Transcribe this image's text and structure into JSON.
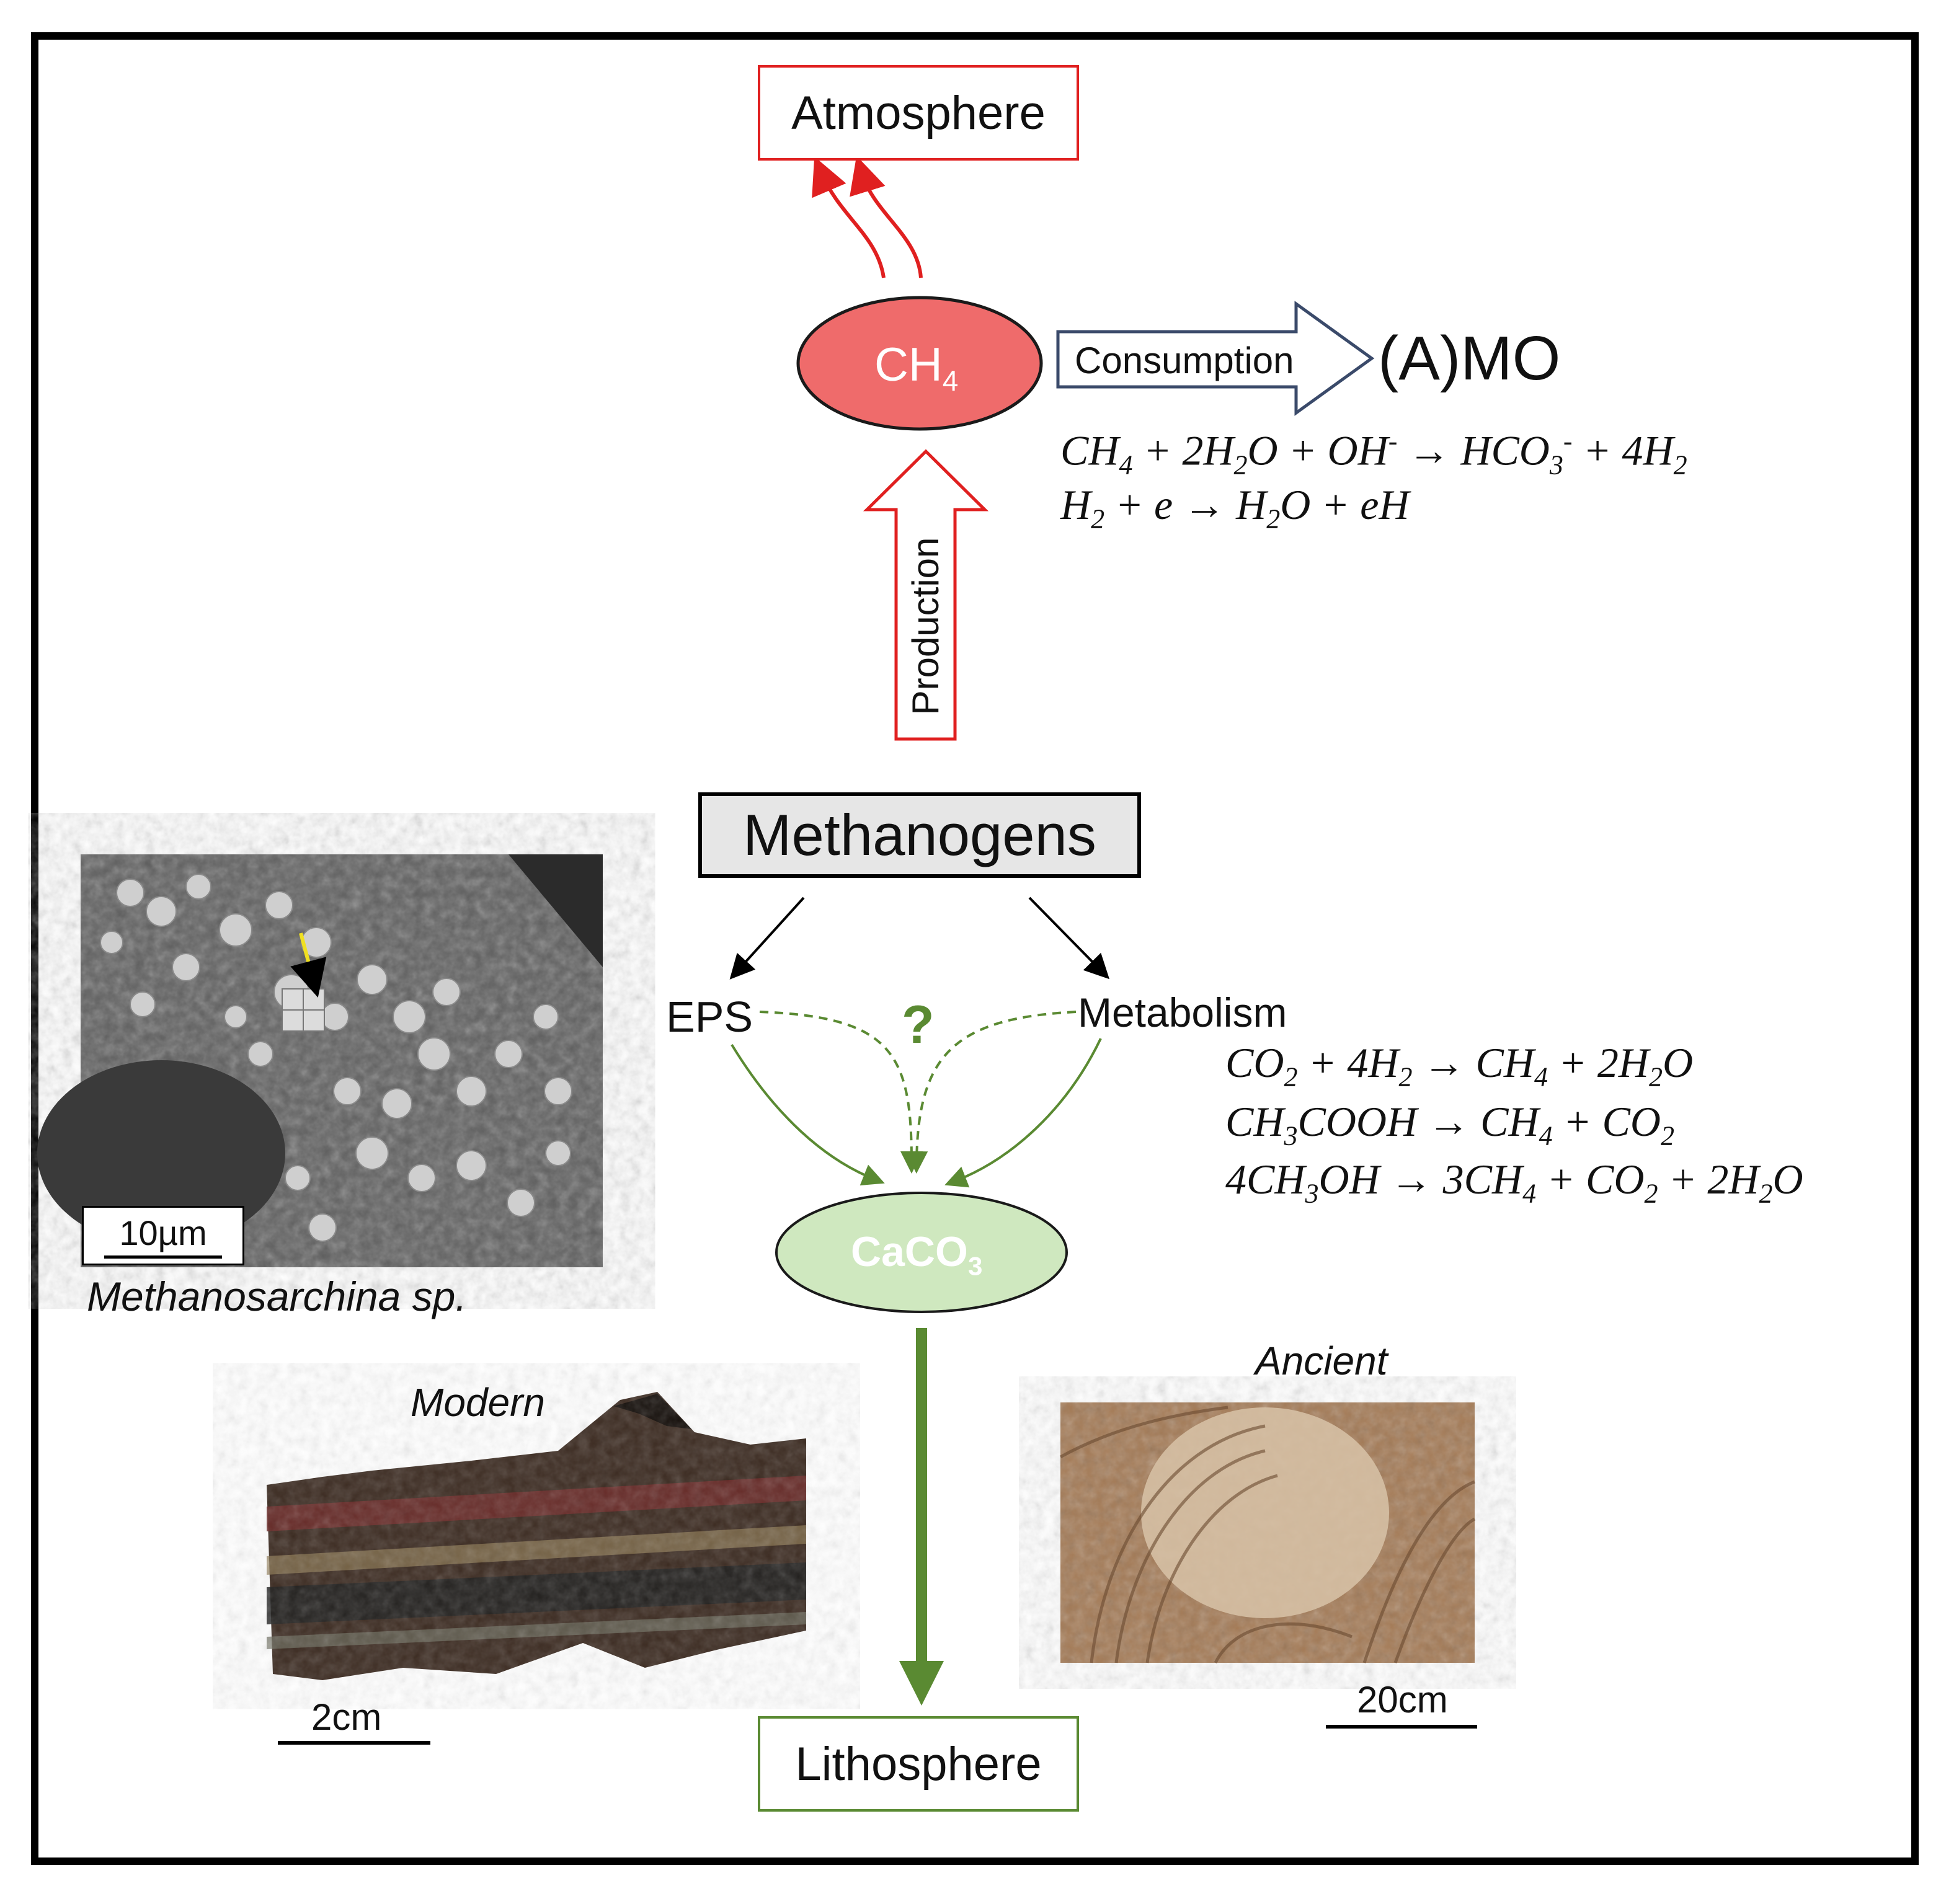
{
  "diagram": {
    "atmosphere": "Atmosphere",
    "ch4": {
      "main": "CH",
      "sub": "4"
    },
    "consumption": "Consumption",
    "amo": "(A)MO",
    "production": "Production",
    "amo_equations": [
      {
        "parts": [
          "CH",
          "4",
          " + 2H",
          "2",
          "O + OH",
          "-",
          " → HCO",
          "3",
          "-",
          " + 4H",
          "2"
        ]
      },
      {
        "parts": [
          "H",
          "2",
          " + e  → H",
          "2",
          "O + eH"
        ]
      }
    ],
    "methanogens": "Methanogens",
    "eps": "EPS",
    "question": "?",
    "metabolism": "Metabolism",
    "metabolism_equations": [
      {
        "parts": [
          "CO",
          "2",
          " + 4H",
          "2",
          " → CH",
          "4",
          " + 2H",
          "2",
          "O"
        ]
      },
      {
        "parts": [
          "CH",
          "3",
          "COOH  → CH",
          "4",
          " + CO",
          "2"
        ]
      },
      {
        "parts": [
          "4CH",
          "3",
          "OH  → 3CH",
          "4",
          " + CO",
          "2",
          " + 2H",
          "2",
          "O"
        ]
      }
    ],
    "caco3": {
      "main": "CaCO",
      "sub": "3"
    },
    "lithosphere": "Lithosphere",
    "micrograph": {
      "scale": "10µm",
      "caption": "Methanosarchina sp."
    },
    "modern": {
      "label": "Modern",
      "scale": "2cm"
    },
    "ancient": {
      "label": "Ancient",
      "scale": "20cm"
    },
    "colors": {
      "red": "#e02020",
      "ch4_fill": "#ef6b6b",
      "green": "#5a8a32",
      "caco3_fill": "#cfe8bf",
      "navy": "#3a4a6a",
      "yellow": "#f0e020",
      "box_gray": "#e6e6e6"
    }
  }
}
